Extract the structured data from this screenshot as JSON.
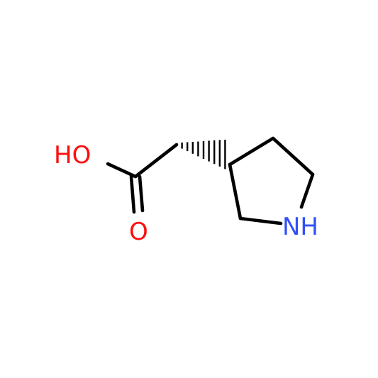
{
  "molecule": {
    "atoms": {
      "hydroxyl": "HO",
      "carbonyl_oxygen": "O",
      "amine": "NH"
    },
    "colors": {
      "bond": "#000000",
      "oxygen": "#ff0d0d",
      "nitrogen": "#3050f8"
    }
  }
}
